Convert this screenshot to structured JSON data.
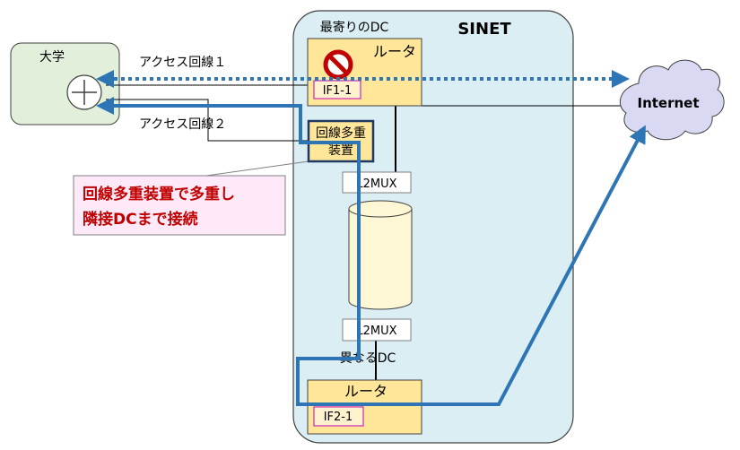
{
  "university": {
    "label": "大学"
  },
  "sinet": {
    "label": "SINET"
  },
  "nearest_dc": {
    "label": "最寄りのDC"
  },
  "other_dc": {
    "label": "異なるDC"
  },
  "router_top": {
    "label": "ルータ",
    "interface": "IF1-1"
  },
  "router_bottom": {
    "label": "ルータ",
    "interface": "IF2-1"
  },
  "mux_device": {
    "line1": "回線多重",
    "line2": "装置"
  },
  "l2mux_top": {
    "label": "L2MUX"
  },
  "l2mux_bottom": {
    "label": "L2MUX"
  },
  "access_line_1": {
    "label": "アクセス回線１"
  },
  "access_line_2": {
    "label": "アクセス回線２"
  },
  "internet": {
    "label": "Internet"
  },
  "callout": {
    "line1": "回線多重装置で多重し",
    "line2": "隣接DCまで接続"
  },
  "colors": {
    "sinet_fill": "#daeef3",
    "university_fill": "#e2efda",
    "router_fill": "#ffe699",
    "path_blue": "#2e75b6",
    "callout_text": "#c00000",
    "callout_fill": "#fde9f7",
    "cloud_fill": "#d9d9f3"
  }
}
